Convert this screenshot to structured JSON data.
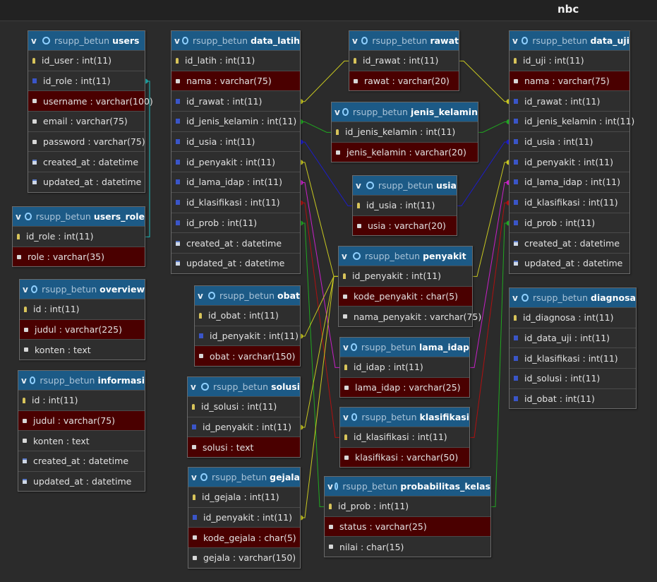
{
  "app": {
    "title": "nbc"
  },
  "schema_prefix": "rsupp_betun",
  "toggle_label": "v",
  "icons": {
    "pk": "key-icon",
    "fk": "foreign-key-icon",
    "col": "column-icon",
    "dt": "datetime-icon",
    "table": "gear-icon"
  },
  "colors": {
    "header": "#1c5a86",
    "required_row": "#4a0000",
    "canvas": "#2b2b2b"
  },
  "tables": [
    {
      "id": "users",
      "name": "users",
      "columns": [
        {
          "text": "id_user : int(11)",
          "kind": "pk"
        },
        {
          "text": "id_role : int(11)",
          "kind": "fk"
        },
        {
          "text": "username : varchar(100)",
          "kind": "col",
          "req": true
        },
        {
          "text": "email : varchar(75)",
          "kind": "col"
        },
        {
          "text": "password : varchar(75)",
          "kind": "col"
        },
        {
          "text": "created_at : datetime",
          "kind": "dt"
        },
        {
          "text": "updated_at : datetime",
          "kind": "dt"
        }
      ]
    },
    {
      "id": "users_role",
      "name": "users_role",
      "columns": [
        {
          "text": "id_role : int(11)",
          "kind": "pk"
        },
        {
          "text": "role : varchar(35)",
          "kind": "col",
          "req": true
        }
      ]
    },
    {
      "id": "overview",
      "name": "overview",
      "columns": [
        {
          "text": "id : int(11)",
          "kind": "pk"
        },
        {
          "text": "judul : varchar(225)",
          "kind": "col",
          "req": true
        },
        {
          "text": "konten : text",
          "kind": "col"
        }
      ]
    },
    {
      "id": "informasi",
      "name": "informasi",
      "columns": [
        {
          "text": "id : int(11)",
          "kind": "pk"
        },
        {
          "text": "judul : varchar(75)",
          "kind": "col",
          "req": true
        },
        {
          "text": "konten : text",
          "kind": "col"
        },
        {
          "text": "created_at : datetime",
          "kind": "dt"
        },
        {
          "text": "updated_at : datetime",
          "kind": "dt"
        }
      ]
    },
    {
      "id": "data_latih",
      "name": "data_latih",
      "columns": [
        {
          "text": "id_latih : int(11)",
          "kind": "pk"
        },
        {
          "text": "nama : varchar(75)",
          "kind": "col",
          "req": true
        },
        {
          "text": "id_rawat : int(11)",
          "kind": "fk"
        },
        {
          "text": "id_jenis_kelamin : int(11)",
          "kind": "fk"
        },
        {
          "text": "id_usia : int(11)",
          "kind": "fk"
        },
        {
          "text": "id_penyakit : int(11)",
          "kind": "fk"
        },
        {
          "text": "id_lama_idap : int(11)",
          "kind": "fk"
        },
        {
          "text": "id_klasifikasi : int(11)",
          "kind": "fk"
        },
        {
          "text": "id_prob : int(11)",
          "kind": "fk"
        },
        {
          "text": "created_at : datetime",
          "kind": "dt"
        },
        {
          "text": "updated_at : datetime",
          "kind": "dt"
        }
      ]
    },
    {
      "id": "obat",
      "name": "obat",
      "columns": [
        {
          "text": "id_obat : int(11)",
          "kind": "pk"
        },
        {
          "text": "id_penyakit : int(11)",
          "kind": "fk"
        },
        {
          "text": "obat : varchar(150)",
          "kind": "col",
          "req": true
        }
      ]
    },
    {
      "id": "solusi",
      "name": "solusi",
      "columns": [
        {
          "text": "id_solusi : int(11)",
          "kind": "pk"
        },
        {
          "text": "id_penyakit : int(11)",
          "kind": "fk"
        },
        {
          "text": "solusi : text",
          "kind": "col",
          "req": true
        }
      ]
    },
    {
      "id": "gejala",
      "name": "gejala",
      "columns": [
        {
          "text": "id_gejala : int(11)",
          "kind": "pk"
        },
        {
          "text": "id_penyakit : int(11)",
          "kind": "fk"
        },
        {
          "text": "kode_gejala : char(5)",
          "kind": "col",
          "req": true
        },
        {
          "text": "gejala : varchar(150)",
          "kind": "col"
        }
      ]
    },
    {
      "id": "rawat",
      "name": "rawat",
      "columns": [
        {
          "text": "id_rawat : int(11)",
          "kind": "pk"
        },
        {
          "text": "rawat : varchar(20)",
          "kind": "col",
          "req": true
        }
      ]
    },
    {
      "id": "jenis_kelamin",
      "name": "jenis_kelamin",
      "columns": [
        {
          "text": "id_jenis_kelamin : int(11)",
          "kind": "pk"
        },
        {
          "text": "jenis_kelamin : varchar(20)",
          "kind": "col",
          "req": true
        }
      ]
    },
    {
      "id": "usia",
      "name": "usia",
      "columns": [
        {
          "text": "id_usia : int(11)",
          "kind": "pk"
        },
        {
          "text": "usia : varchar(20)",
          "kind": "col",
          "req": true
        }
      ]
    },
    {
      "id": "penyakit",
      "name": "penyakit",
      "columns": [
        {
          "text": "id_penyakit : int(11)",
          "kind": "pk"
        },
        {
          "text": "kode_penyakit : char(5)",
          "kind": "col",
          "req": true
        },
        {
          "text": "nama_penyakit : varchar(75)",
          "kind": "col"
        }
      ]
    },
    {
      "id": "lama_idap",
      "name": "lama_idap",
      "columns": [
        {
          "text": "id_idap : int(11)",
          "kind": "pk"
        },
        {
          "text": "lama_idap : varchar(25)",
          "kind": "col",
          "req": true
        }
      ]
    },
    {
      "id": "klasifikasi",
      "name": "klasifikasi",
      "columns": [
        {
          "text": "id_klasifikasi : int(11)",
          "kind": "pk"
        },
        {
          "text": "klasifikasi : varchar(50)",
          "kind": "col",
          "req": true
        }
      ]
    },
    {
      "id": "probabilitas_kelas",
      "name": "probabilitas_kelas",
      "columns": [
        {
          "text": "id_prob : int(11)",
          "kind": "pk"
        },
        {
          "text": "status : varchar(25)",
          "kind": "col",
          "req": true
        },
        {
          "text": "nilai : char(15)",
          "kind": "col"
        }
      ]
    },
    {
      "id": "data_uji",
      "name": "data_uji",
      "columns": [
        {
          "text": "id_uji : int(11)",
          "kind": "pk"
        },
        {
          "text": "nama : varchar(75)",
          "kind": "col",
          "req": true
        },
        {
          "text": "id_rawat : int(11)",
          "kind": "fk"
        },
        {
          "text": "id_jenis_kelamin : int(11)",
          "kind": "fk"
        },
        {
          "text": "id_usia : int(11)",
          "kind": "fk"
        },
        {
          "text": "id_penyakit : int(11)",
          "kind": "fk"
        },
        {
          "text": "id_lama_idap : int(11)",
          "kind": "fk"
        },
        {
          "text": "id_klasifikasi : int(11)",
          "kind": "fk"
        },
        {
          "text": "id_prob : int(11)",
          "kind": "fk"
        },
        {
          "text": "created_at : datetime",
          "kind": "dt"
        },
        {
          "text": "updated_at : datetime",
          "kind": "dt"
        }
      ]
    },
    {
      "id": "diagnosa",
      "name": "diagnosa",
      "columns": [
        {
          "text": "id_diagnosa : int(11)",
          "kind": "pk"
        },
        {
          "text": "id_data_uji : int(11)",
          "kind": "fk"
        },
        {
          "text": "id_klasifikasi : int(11)",
          "kind": "fk"
        },
        {
          "text": "id_solusi : int(11)",
          "kind": "fk"
        },
        {
          "text": "id_obat : int(11)",
          "kind": "fk"
        }
      ]
    }
  ],
  "relations": [
    {
      "from": "users.id_role",
      "to": "users_role.id_role",
      "color": "#1fb8b8"
    },
    {
      "from": "data_latih.id_rawat",
      "to": "rawat.id_rawat",
      "color": "#c8c820"
    },
    {
      "from": "data_latih.id_jenis_kelamin",
      "to": "jenis_kelamin.id_jenis_kelamin",
      "color": "#20a820"
    },
    {
      "from": "data_latih.id_usia",
      "to": "usia.id_usia",
      "color": "#1c1cc8"
    },
    {
      "from": "data_latih.id_penyakit",
      "to": "penyakit.id_penyakit",
      "color": "#c8c820"
    },
    {
      "from": "data_latih.id_lama_idap",
      "to": "lama_idap.id_idap",
      "color": "#c820c8"
    },
    {
      "from": "data_latih.id_klasifikasi",
      "to": "klasifikasi.id_klasifikasi",
      "color": "#b01010"
    },
    {
      "from": "data_latih.id_prob",
      "to": "probabilitas_kelas.id_prob",
      "color": "#20a820"
    },
    {
      "from": "obat.id_penyakit",
      "to": "penyakit.id_penyakit",
      "color": "#c8c820"
    },
    {
      "from": "solusi.id_penyakit",
      "to": "penyakit.id_penyakit",
      "color": "#c8c820"
    },
    {
      "from": "gejala.id_penyakit",
      "to": "penyakit.id_penyakit",
      "color": "#c8c820"
    },
    {
      "from": "data_uji.id_rawat",
      "to": "rawat.id_rawat",
      "color": "#c8c820"
    },
    {
      "from": "data_uji.id_jenis_kelamin",
      "to": "jenis_kelamin.id_jenis_kelamin",
      "color": "#20a820"
    },
    {
      "from": "data_uji.id_usia",
      "to": "usia.id_usia",
      "color": "#1c1cc8"
    },
    {
      "from": "data_uji.id_penyakit",
      "to": "penyakit.id_penyakit",
      "color": "#c8c820"
    },
    {
      "from": "data_uji.id_lama_idap",
      "to": "lama_idap.id_idap",
      "color": "#c820c8"
    },
    {
      "from": "data_uji.id_klasifikasi",
      "to": "klasifikasi.id_klasifikasi",
      "color": "#b01010"
    },
    {
      "from": "data_uji.id_prob",
      "to": "probabilitas_kelas.id_prob",
      "color": "#20a820"
    }
  ]
}
